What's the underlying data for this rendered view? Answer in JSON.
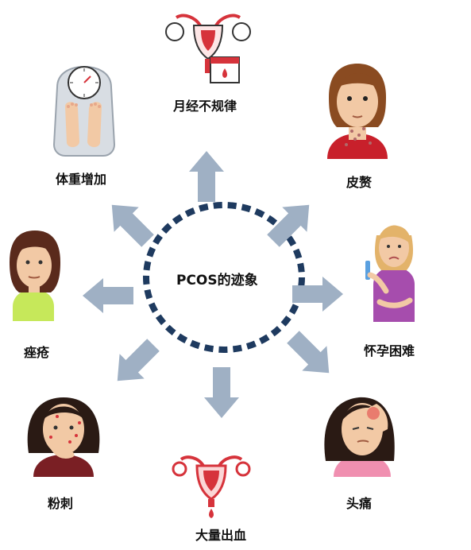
{
  "center": {
    "label": "PCOS的迹象"
  },
  "symptoms": [
    {
      "id": "irregular-menstruation",
      "label": "月经不规律",
      "icon": "uterus-calendar-icon"
    },
    {
      "id": "skin-tags",
      "label": "皮赘",
      "icon": "woman-neck-tags-icon"
    },
    {
      "id": "infertility",
      "label": "怀孕困难",
      "icon": "woman-pregnancy-test-icon"
    },
    {
      "id": "headache",
      "label": "头痛",
      "icon": "woman-headache-icon"
    },
    {
      "id": "heavy-bleeding",
      "label": "大量出血",
      "icon": "uterus-bleeding-icon"
    },
    {
      "id": "acne",
      "label": "粉刺",
      "icon": "woman-acne-icon"
    },
    {
      "id": "hirsutism",
      "label": "痤疮",
      "icon": "woman-face-icon"
    },
    {
      "id": "weight-gain",
      "label": "体重增加",
      "icon": "feet-on-scale-icon"
    }
  ],
  "colors": {
    "arrow": "#9fb0c4",
    "dash": "#1e3a5f",
    "uterus": "#d6333b",
    "skin": "#f2c9a5",
    "hair_dark": "#2a1a14",
    "hair_brown": "#8a4b21",
    "hair_blonde": "#e3b36a",
    "shirt_red": "#c8202b",
    "shirt_purple": "#a64dad",
    "shirt_pink": "#f08fb0",
    "shirt_green": "#c6e85a"
  }
}
